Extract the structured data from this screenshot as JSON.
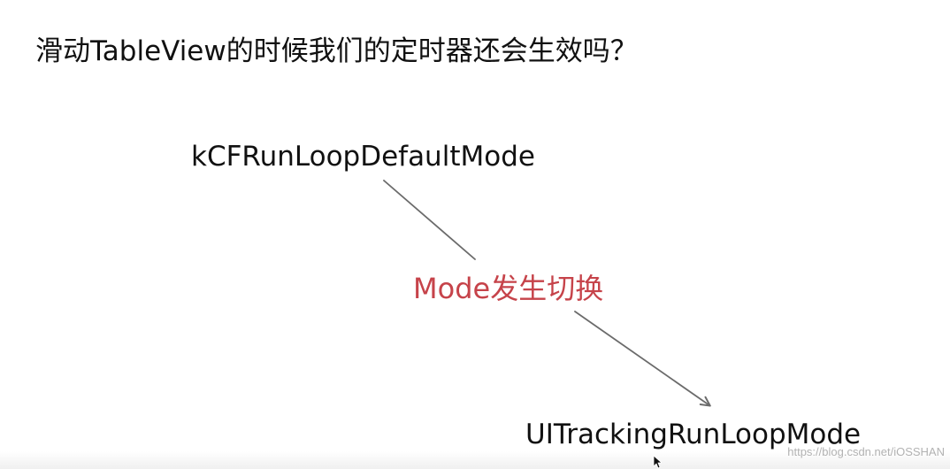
{
  "title": "滑动TableView的时候我们的定时器还会生效吗？",
  "nodes": {
    "default_mode": "kCFRunLoopDefaultMode",
    "switch_label": "Mode发生切换",
    "tracking_mode": "UITrackingRunLoopMode"
  },
  "colors": {
    "text": "#111111",
    "accent": "#c6434a",
    "arrow": "#6b6b6b"
  },
  "watermark": "https://blog.csdn.net/iOSSHAN",
  "icons": {
    "cursor": "mouse-pointer-icon",
    "arrow": "arrow-down-right-icon"
  }
}
